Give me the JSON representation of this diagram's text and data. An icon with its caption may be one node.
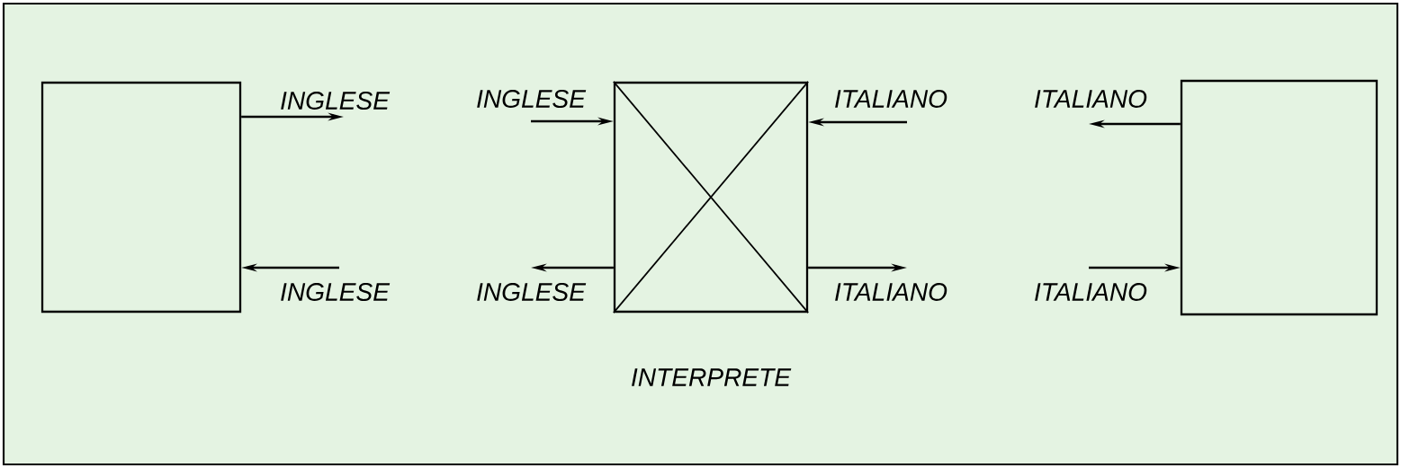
{
  "diagram": {
    "nodes": [
      {
        "text": [],
        "shape": "box"
      },
      {
        "text": [],
        "shape": "box",
        "beside": [
          "INTERPRETE"
        ]
      },
      {
        "text": [],
        "shape": "box"
      }
    ],
    "edges": [
      {
        "from": 0,
        "to": null,
        "arrow": "to",
        "label": "INGLESE"
      },
      {
        "from": null,
        "to": 0,
        "arrow": "to",
        "label": "INGLESE"
      },
      {
        "from": null,
        "to": 1,
        "arrow": "to",
        "label": "INGLESE"
      },
      {
        "from": 1,
        "to": null,
        "arrow": "to",
        "label": "INGLESE"
      },
      {
        "from": null,
        "to": 1,
        "arrow": "to",
        "label": "ITALIANO"
      },
      {
        "from": 1,
        "to": null,
        "arrow": "to",
        "label": "ITALIANO"
      },
      {
        "from": 2,
        "to": null,
        "arrow": "to",
        "label": "ITALIANO"
      },
      {
        "from": null,
        "to": 2,
        "arrow": "to",
        "label": "ITALIANO"
      }
    ]
  }
}
